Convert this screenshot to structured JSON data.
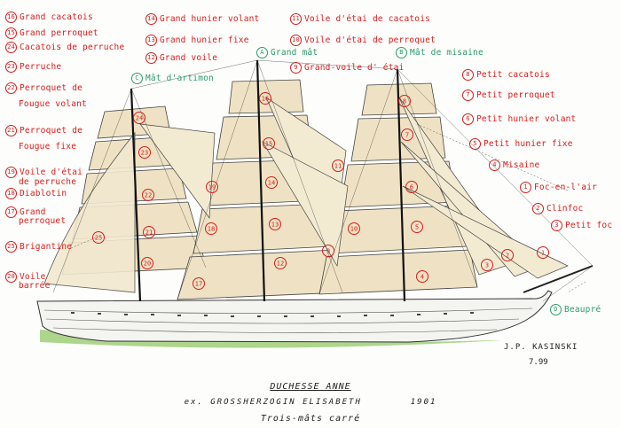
{
  "labels_left": [
    {
      "num": "16",
      "text": "Grand cacatois"
    },
    {
      "num": "15",
      "text": "Grand perroquet"
    },
    {
      "num": "24",
      "text": "Cacatois de perruche"
    },
    {
      "num": "23",
      "text": "Perruche"
    },
    {
      "num": "22",
      "text": "Perroquet de"
    },
    {
      "num": "",
      "text": "Fougue volant"
    },
    {
      "num": "21",
      "text": "Perroquet de"
    },
    {
      "num": "",
      "text": "Fougue fixe"
    },
    {
      "num": "19",
      "text": "Voile d'étai"
    },
    {
      "num": "",
      "text": "de perruche"
    },
    {
      "num": "18",
      "text": "Diablotin"
    },
    {
      "num": "17",
      "text": "Grand"
    },
    {
      "num": "",
      "text": "perroquet"
    },
    {
      "num": "25",
      "text": "Brigantine"
    },
    {
      "num": "20",
      "text": "Voile"
    },
    {
      "num": "",
      "text": "barrée"
    }
  ],
  "labels_top": [
    {
      "num": "14",
      "text": "Grand hunier volant"
    },
    {
      "num": "13",
      "text": "Grand hunier fixe"
    },
    {
      "num": "12",
      "text": "Grand voile"
    },
    {
      "num": "11",
      "text": "Voile d'étai de cacatois"
    },
    {
      "num": "10",
      "text": "Voile d'étai de perroquet"
    },
    {
      "num": "9",
      "text": "Grand-voile d' étai"
    }
  ],
  "labels_right": [
    {
      "num": "8",
      "text": "Petit cacatois"
    },
    {
      "num": "7",
      "text": "Petit perroquet"
    },
    {
      "num": "6",
      "text": "Petit hunier volant"
    },
    {
      "num": "5",
      "text": "Petit hunier fixe"
    },
    {
      "num": "4",
      "text": "Misaine"
    },
    {
      "num": "1",
      "text": "Foc-en-l'air"
    },
    {
      "num": "2",
      "text": "Clinfoc"
    },
    {
      "num": "3",
      "text": "Petit foc"
    }
  ],
  "masts": [
    {
      "letter": "A",
      "text": "Grand mât"
    },
    {
      "letter": "B",
      "text": "Mât de misaine"
    },
    {
      "letter": "C",
      "text": "Mât d'artimon"
    },
    {
      "letter": "D",
      "text": "Beaupré"
    }
  ],
  "sail_numbers": [
    "24",
    "23",
    "22",
    "21",
    "25",
    "20",
    "17",
    "18",
    "19",
    "16",
    "15",
    "14",
    "13",
    "12",
    "11",
    "10",
    "9",
    "8",
    "7",
    "6",
    "5",
    "4",
    "3",
    "2",
    "1"
  ],
  "colors": {
    "label_red": "#d61d1d",
    "mast_green": "#2a9b6a",
    "sail": "#efe2c4",
    "hull": "#f4f4f1",
    "waterline": "#9fcf78",
    "ink": "#222222"
  },
  "signature": {
    "name": "J.P. KASINSKI",
    "date": "7.99"
  },
  "caption": {
    "line1": "DUCHESSE ANNE",
    "line2a": "ex. GROSSHERZOGIN ELISABETH",
    "line2b": "1901",
    "line3": "Trois-mâts carré"
  }
}
